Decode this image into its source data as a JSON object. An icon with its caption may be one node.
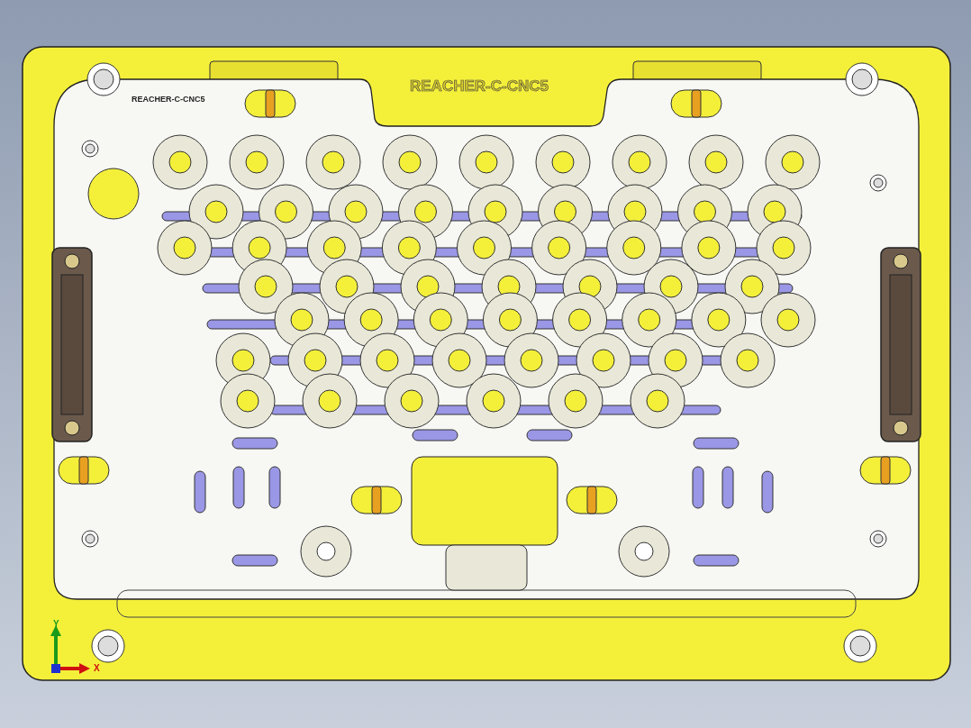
{
  "diagram": {
    "labels": [
      "REACHER-C-CNC5",
      "REACHER-C-CNC5",
      "Y",
      "X"
    ]
  }
}
